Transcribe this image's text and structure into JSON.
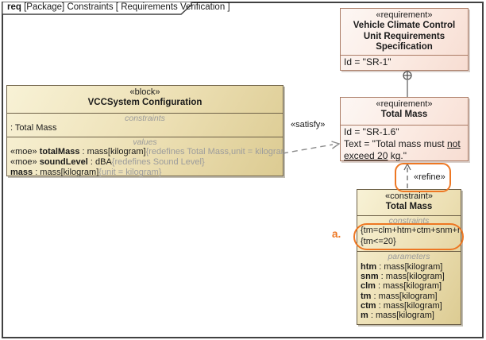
{
  "header": {
    "keyword": "req",
    "title": " [Package] Constraints [ Requirements Verification ]"
  },
  "nodes": {
    "vcc_spec": {
      "stereotype": "«requirement»",
      "name": "Vehicle Climate Control\nUnit Requirements\nSpecification",
      "id_line": "Id = \"SR-1\""
    },
    "total_mass_req": {
      "stereotype": "«requirement»",
      "name": "Total Mass",
      "id_line": "Id = \"SR-1.6\"",
      "text_prefix": "Text = \"Total mass must ",
      "text_underline_1": "not",
      "text_underline_2": "exceed 20",
      "text_suffix": " kg.\""
    },
    "vcc_block": {
      "stereotype": "«block»",
      "name": "VCCSystem Configuration",
      "constraints_label": "constraints",
      "constraint_item": ": Total Mass",
      "values_label": "values",
      "values": [
        {
          "stereotype": "«moe» ",
          "name": "totalMass",
          "type": " : mass[kilogram]",
          "tags": "{redefines Total Mass,unit = kilogram}c"
        },
        {
          "stereotype": "«moe» ",
          "name": "soundLevel",
          "type": " : dBA",
          "tags": "{redefines Sound Level}"
        },
        {
          "stereotype": "",
          "name": "mass",
          "type": " : mass[kilogram]",
          "tags": "{unit = kilogram}"
        }
      ]
    },
    "constraint_block": {
      "stereotype": "«constraint»",
      "name": "Total Mass",
      "constraints_label": "constraints",
      "constraint_lines": [
        "{tm=clm+htm+ctm+snm+m}",
        "{tm<=20}"
      ],
      "parameters_label": "parameters",
      "parameters": [
        {
          "name": "htm",
          "type": " : mass[kilogram]"
        },
        {
          "name": "snm",
          "type": " : mass[kilogram]"
        },
        {
          "name": "clm",
          "type": " : mass[kilogram]"
        },
        {
          "name": "tm",
          "type": " : mass[kilogram]"
        },
        {
          "name": "ctm",
          "type": " : mass[kilogram]"
        },
        {
          "name": "m",
          "type": " : mass[kilogram]"
        }
      ]
    }
  },
  "connectors": {
    "satisfy_label": "«satisfy»",
    "refine_label": "«refine»"
  },
  "annotations": {
    "marker_a": "a."
  },
  "colors": {
    "highlight_orange": "#ed7723",
    "block_border": "#6e6148",
    "block_fill_from": "#f8f2d6",
    "block_fill_to": "#dccb92",
    "requirement_border": "#ab7c66",
    "requirement_fill_from": "#fdf7f4",
    "requirement_fill_to": "#f7ddd2",
    "frame_border": "#414141",
    "connector_gray": "#8c8c8c"
  }
}
